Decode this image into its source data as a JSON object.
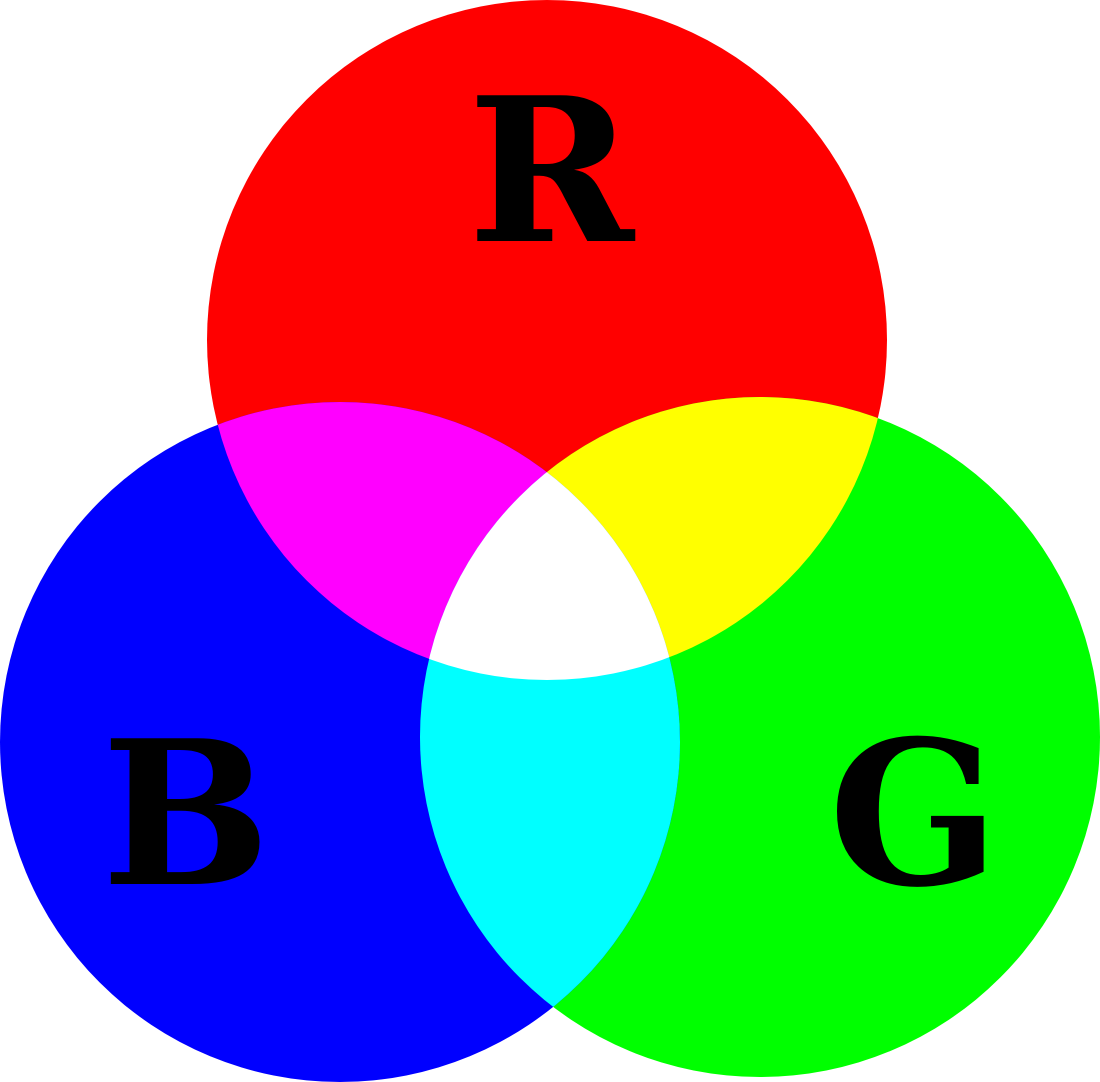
{
  "diagram": {
    "circles": {
      "red": {
        "label": "R",
        "color": "#ff0000"
      },
      "green": {
        "label": "G",
        "color": "#00ff00"
      },
      "blue": {
        "label": "B",
        "color": "#0000ff"
      }
    },
    "overlaps": {
      "red_green": "#ffff00",
      "red_blue": "#ff00ff",
      "green_blue": "#00ffff",
      "red_green_blue": "#ffffff"
    }
  }
}
